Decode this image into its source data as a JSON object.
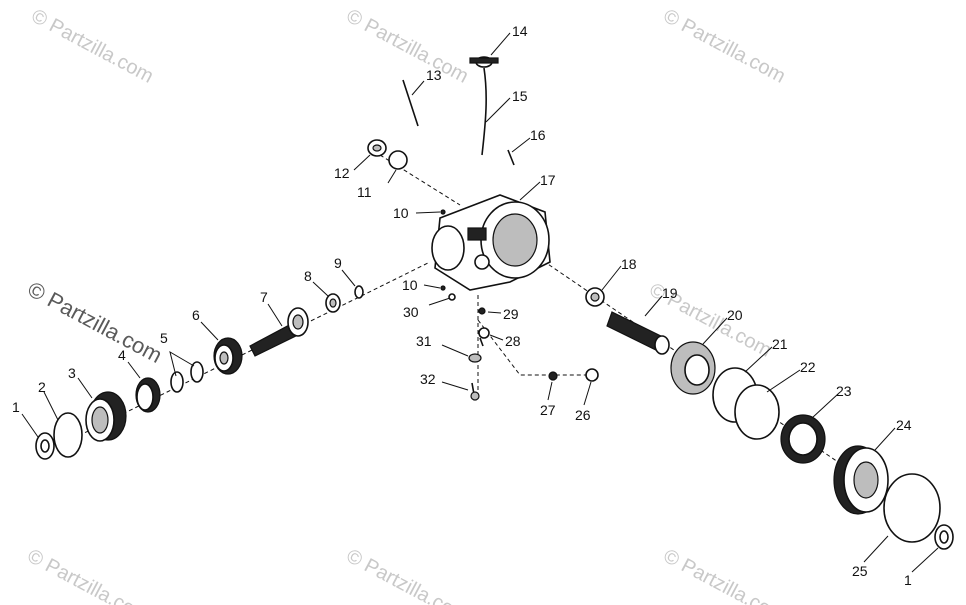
{
  "watermark": {
    "text": "© Partzilla.com"
  },
  "callouts": [
    {
      "id": "c1a",
      "label": "1"
    },
    {
      "id": "c2",
      "label": "2"
    },
    {
      "id": "c3",
      "label": "3"
    },
    {
      "id": "c4",
      "label": "4"
    },
    {
      "id": "c5",
      "label": "5"
    },
    {
      "id": "c6",
      "label": "6"
    },
    {
      "id": "c7",
      "label": "7"
    },
    {
      "id": "c8",
      "label": "8"
    },
    {
      "id": "c9",
      "label": "9"
    },
    {
      "id": "c10a",
      "label": "10"
    },
    {
      "id": "c10b",
      "label": "10"
    },
    {
      "id": "c11",
      "label": "11"
    },
    {
      "id": "c12",
      "label": "12"
    },
    {
      "id": "c13",
      "label": "13"
    },
    {
      "id": "c14",
      "label": "14"
    },
    {
      "id": "c15",
      "label": "15"
    },
    {
      "id": "c16",
      "label": "16"
    },
    {
      "id": "c17",
      "label": "17"
    },
    {
      "id": "c18",
      "label": "18"
    },
    {
      "id": "c19",
      "label": "19"
    },
    {
      "id": "c20",
      "label": "20"
    },
    {
      "id": "c21",
      "label": "21"
    },
    {
      "id": "c22",
      "label": "22"
    },
    {
      "id": "c23",
      "label": "23"
    },
    {
      "id": "c24",
      "label": "24"
    },
    {
      "id": "c25",
      "label": "25"
    },
    {
      "id": "c1b",
      "label": "1"
    },
    {
      "id": "c26",
      "label": "26"
    },
    {
      "id": "c27",
      "label": "27"
    },
    {
      "id": "c28",
      "label": "28"
    },
    {
      "id": "c29",
      "label": "29"
    },
    {
      "id": "c30",
      "label": "30"
    },
    {
      "id": "c31",
      "label": "31"
    },
    {
      "id": "c32",
      "label": "32"
    }
  ]
}
